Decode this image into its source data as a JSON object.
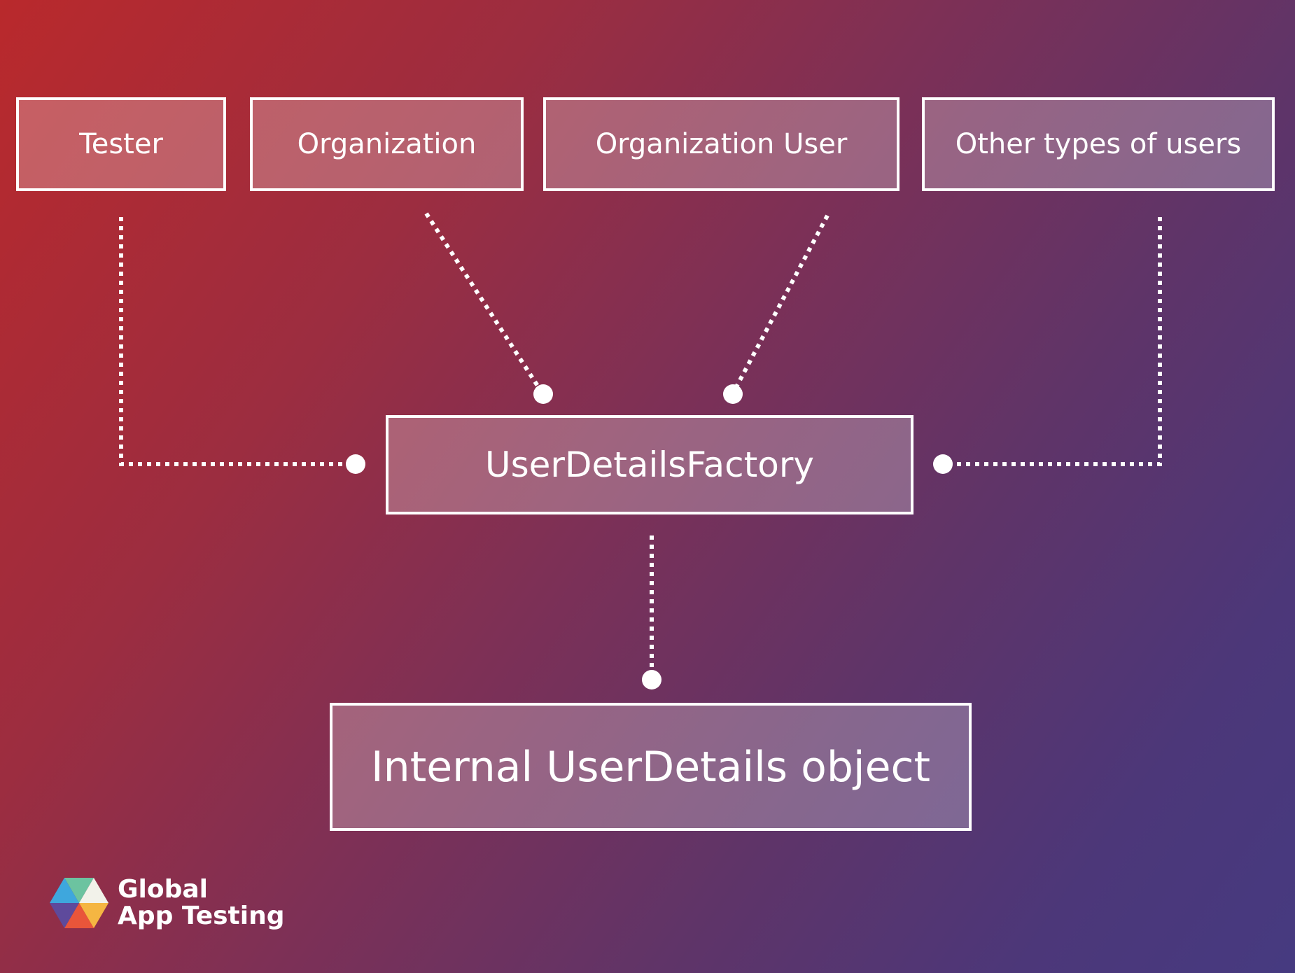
{
  "diagram": {
    "sources": [
      {
        "id": "tester",
        "label": "Tester"
      },
      {
        "id": "organization",
        "label": "Organization"
      },
      {
        "id": "organization_user",
        "label": "Organization User"
      },
      {
        "id": "other_users",
        "label": "Other types of users"
      }
    ],
    "factory": {
      "label": "UserDetailsFactory"
    },
    "output": {
      "label": "Internal UserDetails object"
    },
    "edges": [
      {
        "from": "tester",
        "to": "factory",
        "style": "dotted"
      },
      {
        "from": "organization",
        "to": "factory",
        "style": "dotted"
      },
      {
        "from": "organization_user",
        "to": "factory",
        "style": "dotted"
      },
      {
        "from": "other_users",
        "to": "factory",
        "style": "dotted"
      },
      {
        "from": "factory",
        "to": "output",
        "style": "dotted"
      }
    ]
  },
  "logo": {
    "line1": "Global",
    "line2": "App Testing",
    "icon": "hexagon-cube-logo-icon"
  },
  "colors": {
    "gradient_start": "#b9292c",
    "gradient_end": "#463a80",
    "line": "#ffffff"
  }
}
